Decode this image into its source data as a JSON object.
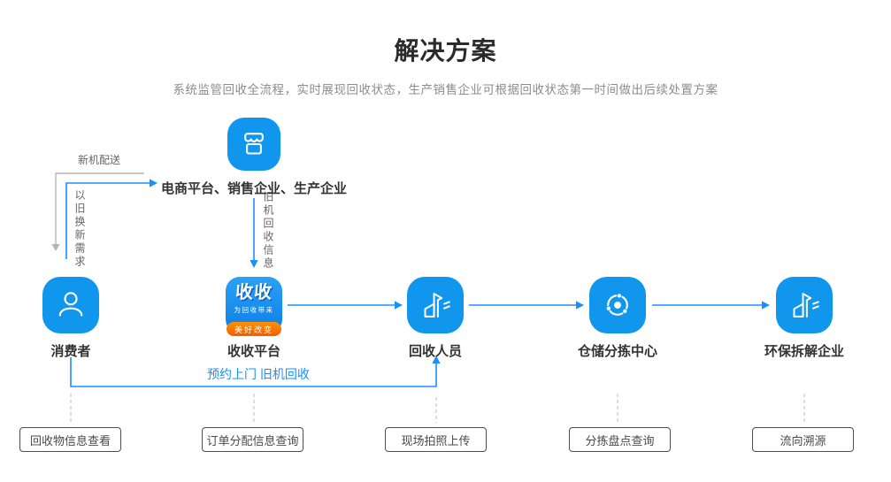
{
  "header": {
    "title": "解决方案",
    "subtitle": "系统监管回收全流程，实时展现回收状态，生产销售企业可根据回收状态第一时间做出后续处置方案"
  },
  "flow": {
    "top_node": {
      "label": "电商平台、销售企业、生产企业",
      "icon": "storefront-icon"
    },
    "edges": {
      "new_machine_delivery": "新机配送",
      "trade_in_demand": "以旧换新需求",
      "old_machine_info": "旧机回收信息",
      "appointment": "预约上门 旧机回收"
    },
    "nodes": [
      {
        "id": "consumer",
        "label": "消费者",
        "icon": "user-icon"
      },
      {
        "id": "shoushou",
        "label": "收收平台",
        "icon": "shoushou-logo",
        "logo": {
          "name": "收收",
          "tagline": "为回收带来",
          "ribbon": "美好改变"
        }
      },
      {
        "id": "recycler",
        "label": "回收人员",
        "icon": "building-truck-icon"
      },
      {
        "id": "warehouse",
        "label": "仓储分拣中心",
        "icon": "distribution-icon"
      },
      {
        "id": "dismantler",
        "label": "环保拆解企业",
        "icon": "building-truck-icon"
      }
    ],
    "feature_boxes": [
      "回收物信息查看",
      "订单分配信息查询",
      "现场拍照上传",
      "分拣盘点查询",
      "流向溯源"
    ]
  },
  "colors": {
    "accent-blue": "#1890ff",
    "icon-blue": "#1196ee",
    "orange": "#f56a00",
    "title": "#2b2b2b",
    "text-dark": "#333333",
    "text-gray": "#8c8c8c",
    "edge-text": "#666666",
    "line-gray": "#b5b5b5",
    "dash-gray": "#cccccc",
    "box-border": "#4d4d4d",
    "box-text": "#4a4a4a"
  }
}
